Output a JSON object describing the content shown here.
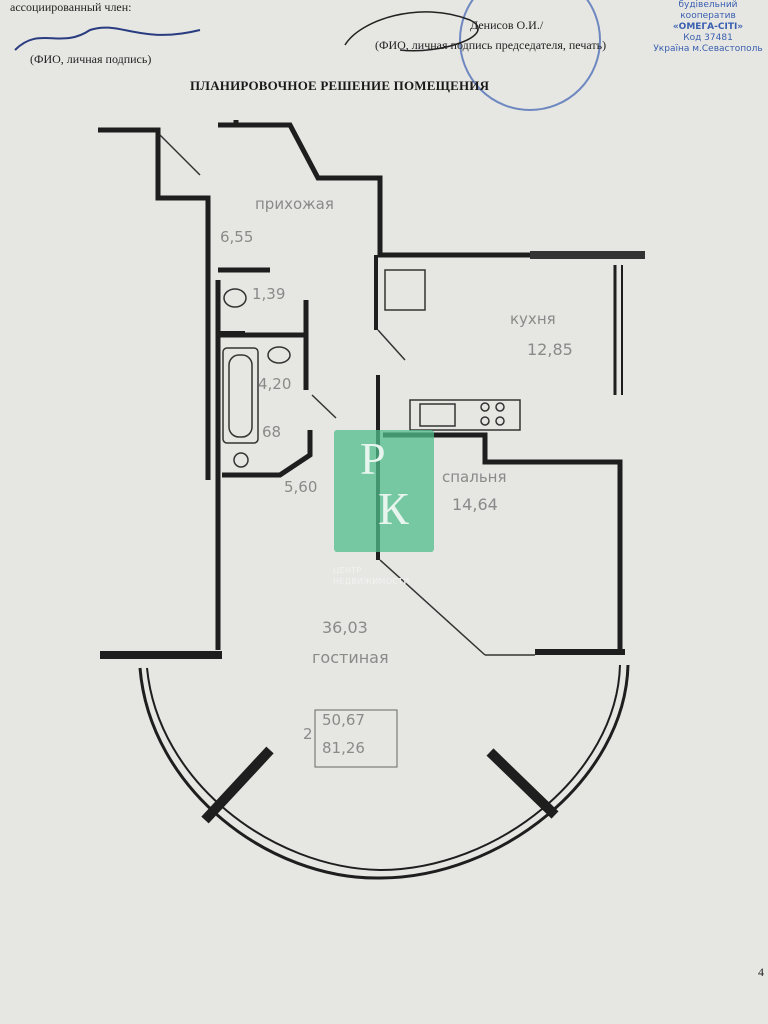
{
  "header": {
    "member_label": "ассоциированный член:",
    "member_caption": "(ФИО, личная подпись)",
    "chairman_name": "Денисов О.И./",
    "chairman_caption": "(ФИО, личная подпись председателя, печать)",
    "stamp": {
      "line1": "будівельний",
      "line2": "кооператив",
      "line3": "«ОМЕГА-СІТІ»",
      "line4": "Код 37481",
      "line5": "Україна м.Севастополь"
    }
  },
  "title": "ПЛАНИРОВОЧНОЕ РЕШЕНИЕ ПОМЕЩЕНИЯ",
  "rooms": {
    "hall": {
      "name": "прихожая",
      "area": "6,55"
    },
    "wc": {
      "area": "1,39"
    },
    "bath": {
      "area": "4,20"
    },
    "bath2": {
      "area": "68"
    },
    "corridor": {
      "area": "5,60"
    },
    "kitchen": {
      "name": "кухня",
      "area": "12,85"
    },
    "bedroom": {
      "name": "спальня",
      "area": "14,64"
    },
    "living": {
      "name": "гостиная",
      "area": "36,03"
    }
  },
  "totals": {
    "rooms": "2",
    "living_area": "50,67",
    "total_area": "81,26"
  },
  "watermark": {
    "logo_p": "Р",
    "logo_k": "К",
    "line1": "ЦЕНТР",
    "line2": "НЕДВИЖИМОСТИ"
  },
  "page_number": "4"
}
